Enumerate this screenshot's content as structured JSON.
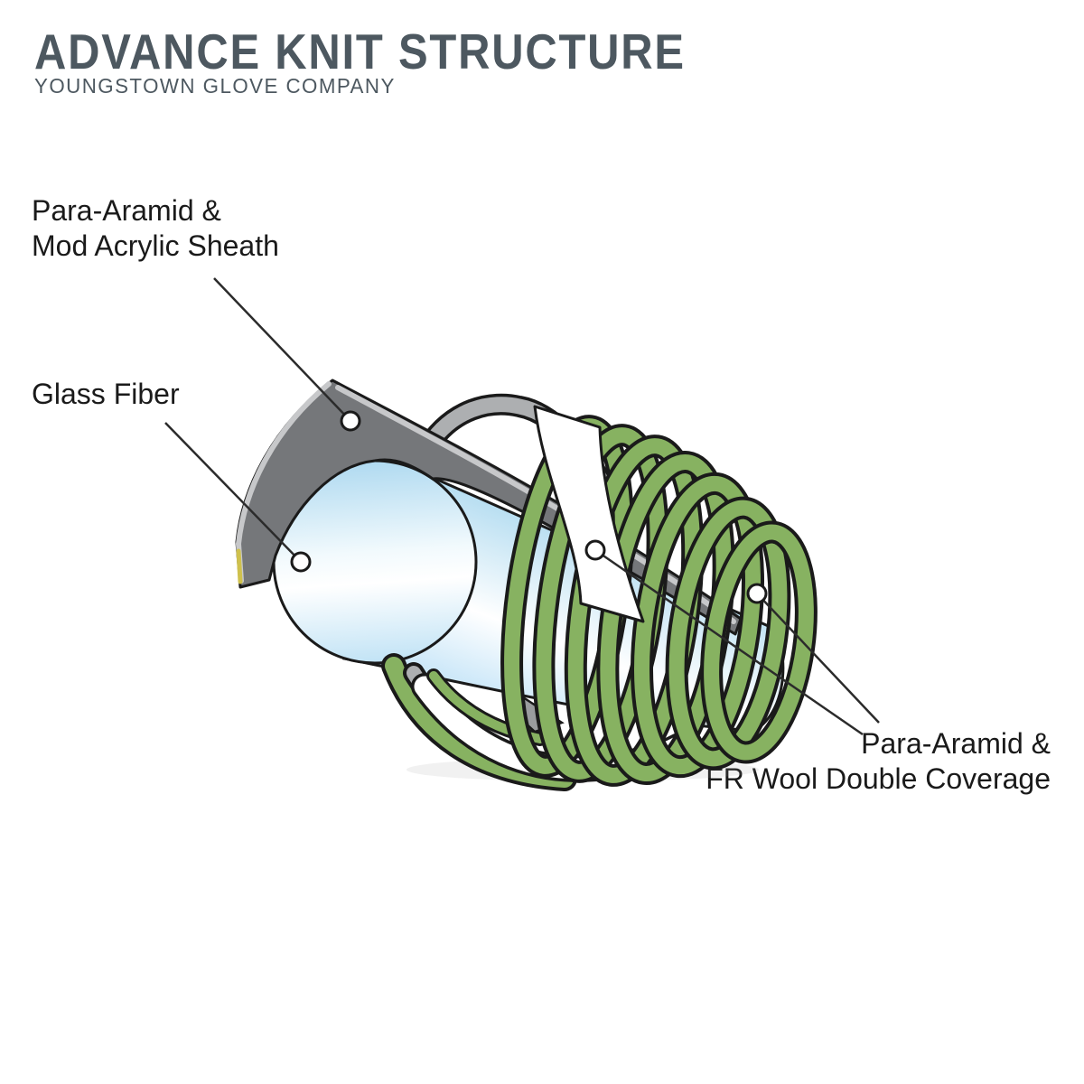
{
  "header": {
    "title": "ADVANCE KNIT STRUCTURE",
    "subtitle": "YOUNGSTOWN GLOVE COMPANY"
  },
  "labels": {
    "sheath": "Para-Aramid &\nMod Acrylic Sheath",
    "core": "Glass Fiber",
    "coverage": "Para-Aramid &\nFR Wool Double Coverage"
  },
  "diagram": {
    "description": "Cutaway illustration of knit yarn: glass fiber core cylinder, dark gray para-aramid and mod acrylic sheath plate, white and gray helical wraps, green double-coverage coil",
    "colors": {
      "heading": "#4d5860",
      "label_text": "#1a1a1a",
      "outline": "#1a1a1a",
      "sheath_gray": "#75777a",
      "sheath_edge_light": "#c7c8ca",
      "sheath_edge_yellow": "#cfc14d",
      "helix_gray": "#adafb1",
      "ribbon_white": "#ffffff",
      "coil_green": "#87b261",
      "core_blue": "#bfe2f5",
      "leader_line": "#2b2b2b"
    }
  }
}
